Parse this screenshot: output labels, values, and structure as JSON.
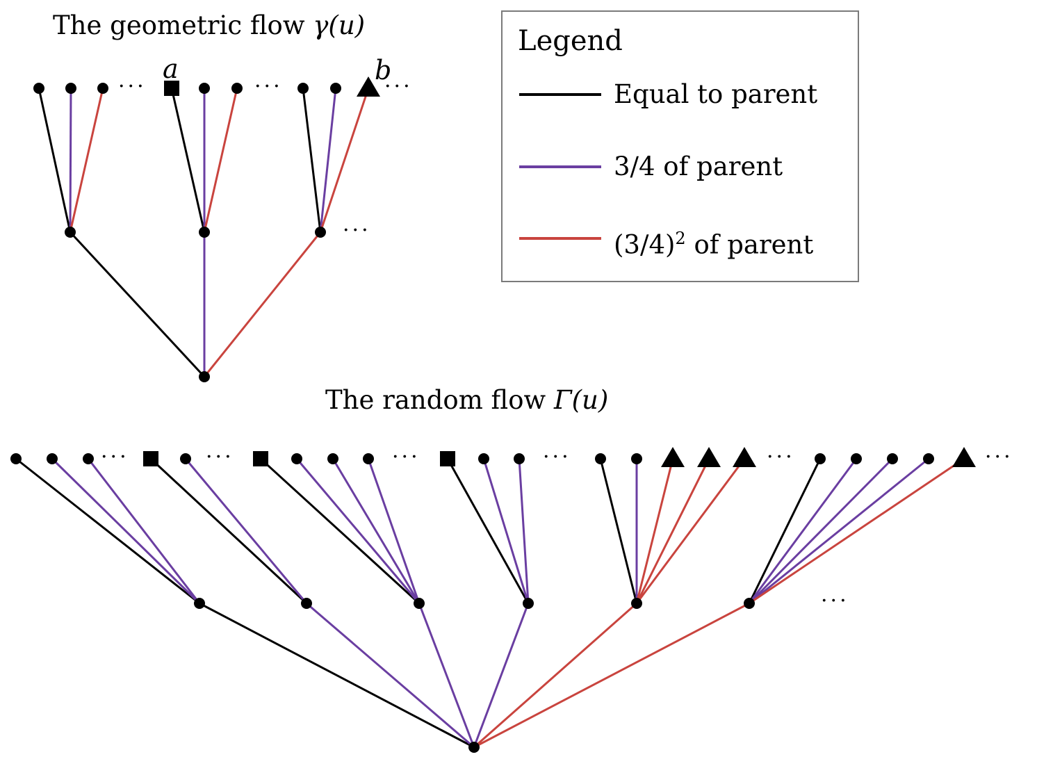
{
  "titles": {
    "geometric": "The geometric flow",
    "geometric_math": "γ(u)",
    "random": "The random flow",
    "random_math": "Γ(u)"
  },
  "labels": {
    "a": "a",
    "b": "b"
  },
  "ellipsis": "···",
  "legend": {
    "title": "Legend",
    "items": [
      {
        "label": "Equal to parent",
        "color": "#000000"
      },
      {
        "label": "3/4 of parent",
        "color": "#6a3ea1"
      },
      {
        "label": "(3/4)",
        "superscript": "2",
        "suffix": " of parent",
        "color": "#c9443e"
      }
    ]
  },
  "marker_shapes": [
    "circle",
    "square",
    "triangle"
  ],
  "trees": {
    "geometric": {
      "root": "g-root",
      "children": [
        {
          "id": "g-m1",
          "edge": "equal",
          "leaves": [
            {
              "edge": "equal",
              "marker": "circle"
            },
            {
              "edge": "three_quarters",
              "marker": "circle"
            },
            {
              "edge": "nine_sixteenths",
              "marker": "circle"
            }
          ]
        },
        {
          "id": "g-m2",
          "edge": "three_quarters",
          "leaves": [
            {
              "edge": "equal",
              "marker": "square",
              "label": "a"
            },
            {
              "edge": "three_quarters",
              "marker": "circle"
            },
            {
              "edge": "nine_sixteenths",
              "marker": "circle"
            }
          ]
        },
        {
          "id": "g-m3",
          "edge": "nine_sixteenths",
          "leaves": [
            {
              "edge": "equal",
              "marker": "circle"
            },
            {
              "edge": "three_quarters",
              "marker": "circle"
            },
            {
              "edge": "nine_sixteenths",
              "marker": "triangle",
              "label": "b"
            }
          ]
        }
      ]
    },
    "random": {
      "root": "r-root",
      "children": [
        {
          "id": "r-m1",
          "edge": "equal",
          "leaves": [
            {
              "edge": "equal",
              "marker": "circle"
            },
            {
              "edge": "three_quarters",
              "marker": "circle"
            },
            {
              "edge": "three_quarters",
              "marker": "circle"
            }
          ]
        },
        {
          "id": "r-m2",
          "edge": "three_quarters",
          "leaves": [
            {
              "edge": "equal",
              "marker": "square"
            },
            {
              "edge": "three_quarters",
              "marker": "circle"
            }
          ]
        },
        {
          "id": "r-m3",
          "edge": "three_quarters",
          "leaves": [
            {
              "edge": "equal",
              "marker": "square"
            },
            {
              "edge": "three_quarters",
              "marker": "circle"
            },
            {
              "edge": "three_quarters",
              "marker": "circle"
            },
            {
              "edge": "three_quarters",
              "marker": "circle"
            }
          ]
        },
        {
          "id": "r-m4",
          "edge": "three_quarters",
          "leaves": [
            {
              "edge": "equal",
              "marker": "square"
            },
            {
              "edge": "three_quarters",
              "marker": "circle"
            },
            {
              "edge": "three_quarters",
              "marker": "circle"
            }
          ]
        },
        {
          "id": "r-m5",
          "edge": "nine_sixteenths",
          "leaves": [
            {
              "edge": "equal",
              "marker": "circle"
            },
            {
              "edge": "three_quarters",
              "marker": "circle"
            },
            {
              "edge": "nine_sixteenths",
              "marker": "triangle"
            },
            {
              "edge": "nine_sixteenths",
              "marker": "triangle"
            },
            {
              "edge": "nine_sixteenths",
              "marker": "triangle"
            }
          ]
        },
        {
          "id": "r-m6",
          "edge": "nine_sixteenths",
          "leaves": [
            {
              "edge": "equal",
              "marker": "circle"
            },
            {
              "edge": "three_quarters",
              "marker": "circle"
            },
            {
              "edge": "three_quarters",
              "marker": "circle"
            },
            {
              "edge": "three_quarters",
              "marker": "circle"
            },
            {
              "edge": "nine_sixteenths",
              "marker": "triangle"
            }
          ]
        }
      ]
    }
  }
}
